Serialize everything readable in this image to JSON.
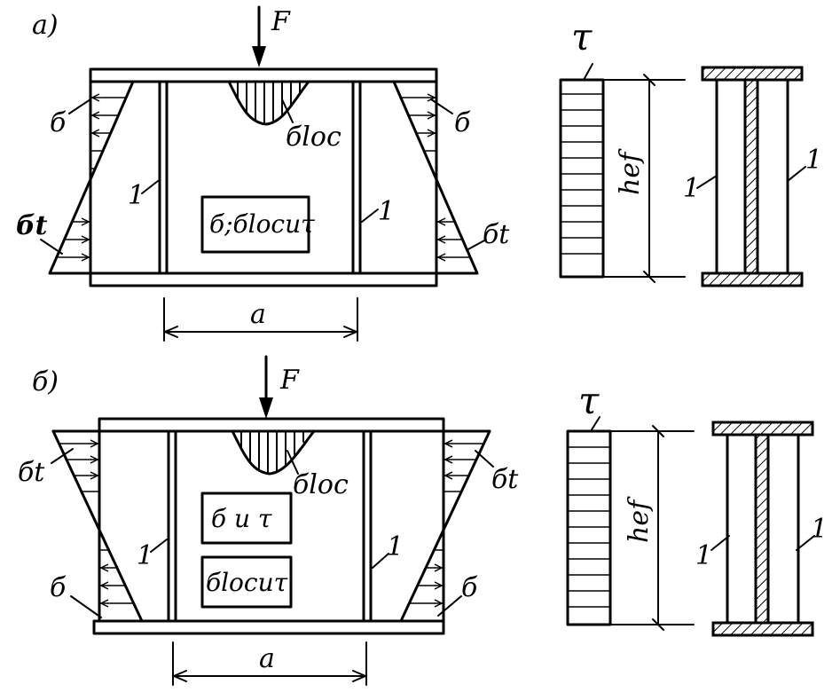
{
  "panel_a": {
    "tag": "а)",
    "force": "F",
    "sigma_left": "б",
    "sigma_right": "б",
    "sigma_loc": "бloc",
    "sigma_t_left": "бt",
    "sigma_t_right": "бt",
    "stiffener_left": "1",
    "stiffener_right": "1",
    "box_label": "б;бlocиτ",
    "spacing": "a",
    "section": {
      "tau": "τ",
      "hef": "hef",
      "stiffener_left": "1",
      "stiffener_right": "1"
    }
  },
  "panel_b": {
    "tag": "б)",
    "force": "F",
    "sigma_t_left": "бt",
    "sigma_t_right": "бt",
    "sigma_loc": "бloc",
    "sigma_left": "б",
    "sigma_right": "б",
    "stiffener_left": "1",
    "stiffener_right": "1",
    "box1_label": "б и τ",
    "box2_label": "бlocиτ",
    "spacing": "a",
    "section": {
      "tau": "τ",
      "hef": "hef",
      "stiffener_left": "1",
      "stiffener_right": "1"
    }
  }
}
